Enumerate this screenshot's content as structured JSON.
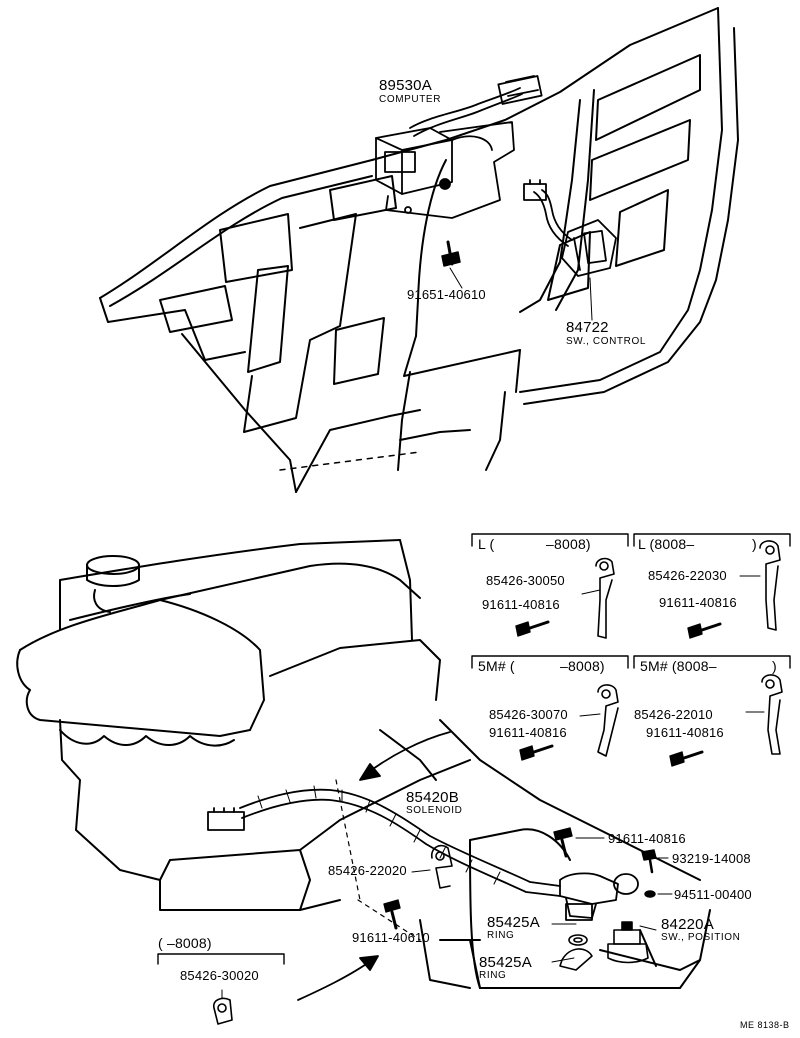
{
  "parts": {
    "computer_pn": "89530A",
    "computer_desc": "COMPUTER",
    "bolt_top_pn": "91651-40610",
    "control_sw_pn": "84722",
    "control_sw_desc": "SW., CONTROL",
    "solenoid_pn": "85420B",
    "solenoid_desc": "SOLENOID",
    "bolt_solenoid_pn": "91611-40816",
    "screw_pn": "93219-14008",
    "washer_pn": "94511-00400",
    "clamp_center_pn": "85426-22020",
    "bolt_lower_pn": "91611-40610",
    "ring1_pn": "85425A",
    "ring1_desc": "RING",
    "ring2_pn": "85425A",
    "ring2_desc": "RING",
    "pos_sw_pn": "84220A",
    "pos_sw_desc": "SW., POSITION"
  },
  "boxes": {
    "l_early": {
      "header_a": "L (",
      "header_b": "–8008)",
      "clamp_pn": "85426-30050",
      "bolt_pn": "91611-40816"
    },
    "l_late": {
      "header_a": "L (8008–",
      "header_b": ")",
      "clamp_pn": "85426-22030",
      "bolt_pn": "91611-40816"
    },
    "m_early": {
      "header_a": "5M# (",
      "header_b": "–8008)",
      "clamp_pn": "85426-30070",
      "bolt_pn": "91611-40816"
    },
    "m_late": {
      "header_a": "5M# (8008–",
      "header_b": ")",
      "clamp_pn": "85426-22010",
      "bolt_pn": "91611-40816"
    }
  },
  "early_variant": {
    "header": "(      –8008)",
    "clamp_pn": "85426-30020"
  },
  "ref_code": "ME  8138-B"
}
